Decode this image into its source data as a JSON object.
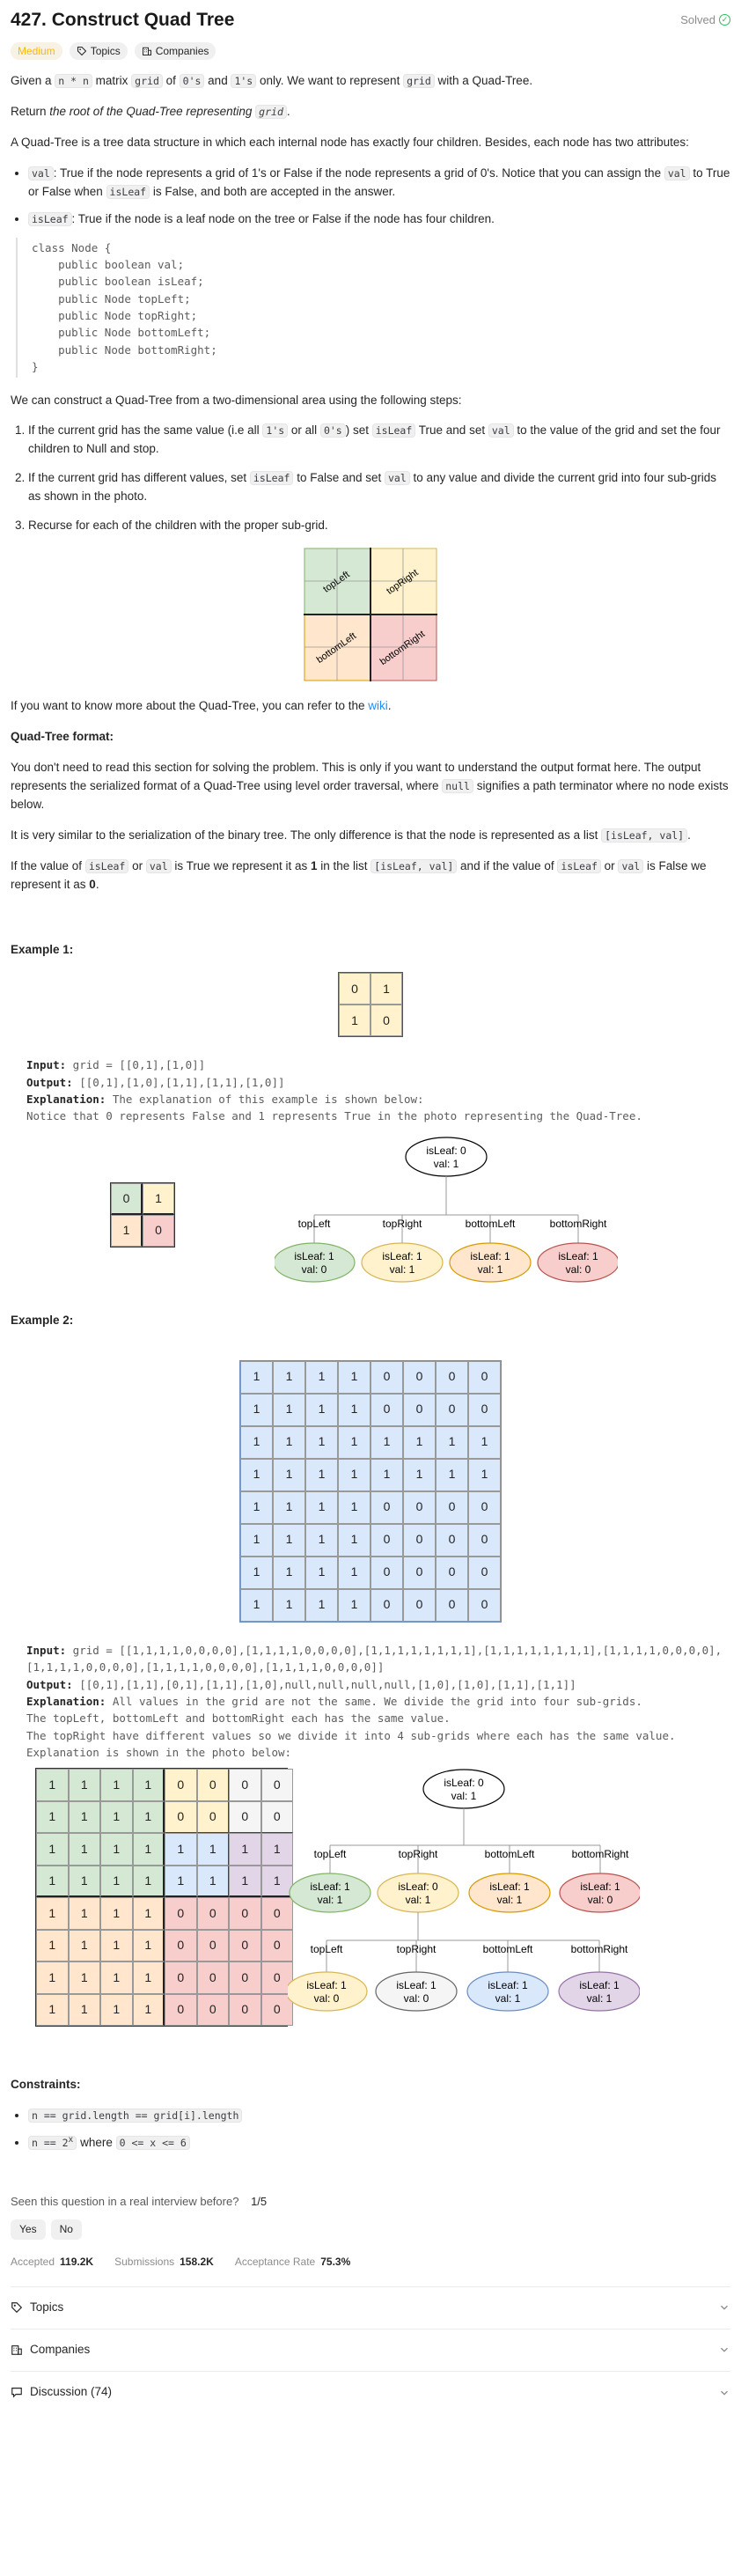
{
  "problem": {
    "title": "427. Construct Quad Tree",
    "status": "Solved",
    "difficulty": "Medium",
    "topics_tag": "Topics",
    "companies_tag": "Companies"
  },
  "desc": {
    "p1a": "Given a ",
    "p1code1": "n * n",
    "p1b": " matrix ",
    "p1code2": "grid",
    "p1c": " of ",
    "p1code3": "0's",
    "p1d": " and ",
    "p1code4": "1's",
    "p1e": " only. We want to represent ",
    "p1code5": "grid",
    "p1f": " with a Quad-Tree.",
    "p2a": "Return ",
    "p2em": "the root of the Quad-Tree representing ",
    "p2code": "grid",
    "p2b": ".",
    "p3": "A Quad-Tree is a tree data structure in which each internal node has exactly four children. Besides, each node has two attributes:",
    "b1code": "val",
    "b1a": ": True if the node represents a grid of 1's or False if the node represents a grid of 0's. Notice that you can assign the ",
    "b1code2": "val",
    "b1b": " to True or False when ",
    "b1code3": "isLeaf",
    "b1c": " is False, and both are accepted in the answer.",
    "b2code": "isLeaf",
    "b2a": ": True if the node is a leaf node on the tree or False if the node has four children.",
    "classblock": "class Node {\n    public boolean val;\n    public boolean isLeaf;\n    public Node topLeft;\n    public Node topRight;\n    public Node bottomLeft;\n    public Node bottomRight;\n}",
    "p4": "We can construct a Quad-Tree from a two-dimensional area using the following steps:",
    "s1a": "If the current grid has the same value (i.e all ",
    "s1code1": "1's",
    "s1b": " or all ",
    "s1code2": "0's",
    "s1c": ") set ",
    "s1code3": "isLeaf",
    "s1d": " True and set ",
    "s1code4": "val",
    "s1e": " to the value of the grid and set the four children to Null and stop.",
    "s2a": "If the current grid has different values, set ",
    "s2code1": "isLeaf",
    "s2b": " to False and set ",
    "s2code2": "val",
    "s2c": " to any value and divide the current grid into four sub-grids as shown in the photo.",
    "s3": "Recurse for each of the children with the proper sub-grid.",
    "wiki_a": "If you want to know more about the Quad-Tree, you can refer to the ",
    "wiki_link": "wiki",
    "wiki_b": ".",
    "format_heading": "Quad-Tree format:",
    "f1a": "You don't need to read this section for solving the problem. This is only if you want to understand the output format here. The output represents the serialized format of a Quad-Tree using level order traversal, where ",
    "f1code": "null",
    "f1b": " signifies a path terminator where no node exists below.",
    "f2a": "It is very similar to the serialization of the binary tree. The only difference is that the node is represented as a list ",
    "f2code": "[isLeaf, val]",
    "f2b": ".",
    "f3a": "If the value of ",
    "f3code1": "isLeaf",
    "f3b": " or ",
    "f3code2": "val",
    "f3c": " is True we represent it as ",
    "f3bold1": "1",
    "f3d": " in the list ",
    "f3code3": "[isLeaf, val]",
    "f3e": " and if the value of ",
    "f3code4": "isLeaf",
    "f3f": " or ",
    "f3code5": "val",
    "f3g": " is False we represent it as ",
    "f3bold2": "0",
    "f3h": "."
  },
  "diagram_quad": {
    "labels": [
      "topLeft",
      "topRight",
      "bottomLeft",
      "bottomRight"
    ]
  },
  "example1": {
    "heading": "Example 1:",
    "grid": [
      [
        0,
        1
      ],
      [
        1,
        0
      ]
    ],
    "input_label": "Input:",
    "input": " grid = [[0,1],[1,0]]",
    "output_label": "Output:",
    "output": " [[0,1],[1,0],[1,1],[1,1],[1,0]]",
    "explanation_label": "Explanation:",
    "explanation": " The explanation of this example is shown below:\nNotice that 0 represents False and 1 represents True in the photo representing the Quad-Tree.",
    "tree_root": [
      "isLeaf: 0",
      "val: 1"
    ],
    "tree_children": [
      {
        "edge": "topLeft",
        "l1": "isLeaf: 1",
        "l2": "val: 0",
        "color": "#d5e8d4",
        "stroke": "#82b366"
      },
      {
        "edge": "topRight",
        "l1": "isLeaf: 1",
        "l2": "val: 1",
        "color": "#fff2cc",
        "stroke": "#d6b656"
      },
      {
        "edge": "bottomLeft",
        "l1": "isLeaf: 1",
        "l2": "val: 1",
        "color": "#ffe6cc",
        "stroke": "#d79b00"
      },
      {
        "edge": "bottomRight",
        "l1": "isLeaf: 1",
        "l2": "val: 0",
        "color": "#f8cecc",
        "stroke": "#b85450"
      }
    ]
  },
  "example2": {
    "heading": "Example 2:",
    "grid": [
      [
        1,
        1,
        1,
        1,
        0,
        0,
        0,
        0
      ],
      [
        1,
        1,
        1,
        1,
        0,
        0,
        0,
        0
      ],
      [
        1,
        1,
        1,
        1,
        1,
        1,
        1,
        1
      ],
      [
        1,
        1,
        1,
        1,
        1,
        1,
        1,
        1
      ],
      [
        1,
        1,
        1,
        1,
        0,
        0,
        0,
        0
      ],
      [
        1,
        1,
        1,
        1,
        0,
        0,
        0,
        0
      ],
      [
        1,
        1,
        1,
        1,
        0,
        0,
        0,
        0
      ],
      [
        1,
        1,
        1,
        1,
        0,
        0,
        0,
        0
      ]
    ],
    "input_label": "Input:",
    "input": " grid = [[1,1,1,1,0,0,0,0],[1,1,1,1,0,0,0,0],[1,1,1,1,1,1,1,1],[1,1,1,1,1,1,1,1],[1,1,1,1,0,0,0,0],[1,1,1,1,0,0,0,0],[1,1,1,1,0,0,0,0],[1,1,1,1,0,0,0,0]]",
    "output_label": "Output:",
    "output": " [[0,1],[1,1],[0,1],[1,1],[1,0],null,null,null,null,[1,0],[1,0],[1,1],[1,1]]",
    "explanation_label": "Explanation:",
    "explanation": " All values in the grid are not the same. We divide the grid into four sub-grids.\nThe topLeft, bottomLeft and bottomRight each has the same value.\nThe topRight have different values so we divide it into 4 sub-grids where each has the same value.\nExplanation is shown in the photo below:",
    "tree_root": [
      "isLeaf: 0",
      "val: 1"
    ],
    "tree_level1": [
      {
        "edge": "topLeft",
        "l1": "isLeaf: 1",
        "l2": "val: 1",
        "color": "#d5e8d4",
        "stroke": "#82b366"
      },
      {
        "edge": "topRight",
        "l1": "isLeaf: 0",
        "l2": "val: 1",
        "color": "#fff2cc",
        "stroke": "#d6b656"
      },
      {
        "edge": "bottomLeft",
        "l1": "isLeaf: 1",
        "l2": "val: 1",
        "color": "#ffe6cc",
        "stroke": "#d79b00"
      },
      {
        "edge": "bottomRight",
        "l1": "isLeaf: 1",
        "l2": "val: 0",
        "color": "#f8cecc",
        "stroke": "#b85450"
      }
    ],
    "tree_level2": [
      {
        "edge": "topLeft",
        "l1": "isLeaf: 1",
        "l2": "val: 0",
        "color": "#fff2cc",
        "stroke": "#d6b656"
      },
      {
        "edge": "topRight",
        "l1": "isLeaf: 1",
        "l2": "val: 0",
        "color": "#f5f5f5",
        "stroke": "#666666"
      },
      {
        "edge": "bottomLeft",
        "l1": "isLeaf: 1",
        "l2": "val: 1",
        "color": "#dae8fc",
        "stroke": "#6c8ebf"
      },
      {
        "edge": "bottomRight",
        "l1": "isLeaf: 1",
        "l2": "val: 1",
        "color": "#e1d5e7",
        "stroke": "#9673a6"
      }
    ]
  },
  "constraints": {
    "heading": "Constraints:",
    "c1": "n == grid.length == grid[i].length",
    "c2a": "n == 2",
    "c2sup": "x",
    "c2b": " where ",
    "c2code": "0 <= x <= 6"
  },
  "footer": {
    "interview_q": "Seen this question in a real interview before?",
    "interview_count": "1/5",
    "yes": "Yes",
    "no": "No",
    "accepted_label": "Accepted",
    "accepted": "119.2K",
    "submissions_label": "Submissions",
    "submissions": "158.2K",
    "rate_label": "Acceptance Rate",
    "rate": "75.3%",
    "topics": "Topics",
    "companies": "Companies",
    "discussion": "Discussion (74)"
  },
  "colors": {
    "green": "#d5e8d4",
    "yellow": "#fff2cc",
    "orange": "#ffe6cc",
    "red": "#f8cecc",
    "blue": "#dae8fc",
    "purple": "#e1d5e7",
    "gray": "#f5f5f5",
    "accent_link": "#1a90ff",
    "solved": "#2cbb5d",
    "medium": "#ffb800"
  }
}
